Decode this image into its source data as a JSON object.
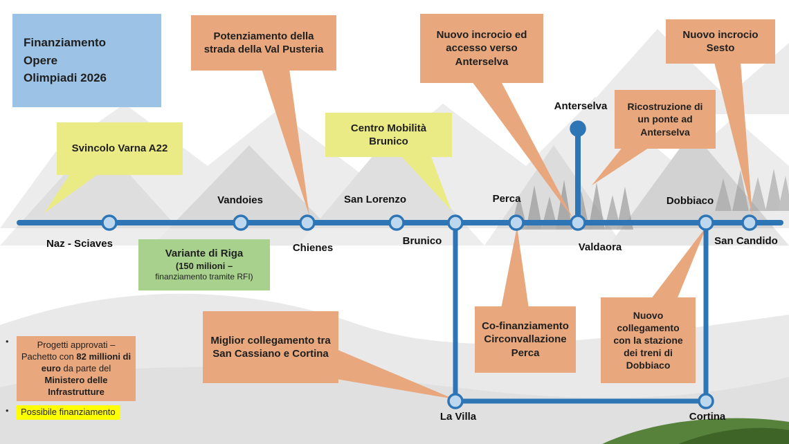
{
  "title": {
    "line1": "Finanziamento",
    "line2": "Opere",
    "line3": "Olimpiadi 2026"
  },
  "stations": {
    "naz_sciaves": "Naz - Sciaves",
    "vandoies": "Vandoies",
    "chienes": "Chienes",
    "san_lorenzo": "San Lorenzo",
    "brunico": "Brunico",
    "perca": "Perca",
    "valdaora": "Valdaora",
    "anterselva": "Anterselva",
    "dobbiaco": "Dobbiaco",
    "san_candido": "San Candido",
    "la_villa": "La Villa",
    "cortina": "Cortina"
  },
  "callouts": {
    "svincolo_varna": "Svincolo Varna A22",
    "potenziamento_pusteria": "Potenziamento della strada della Val Pusteria",
    "centro_mobilita": "Centro Mobilità Brunico",
    "incrocio_anterselva": "Nuovo incrocio ed accesso verso Anterselva",
    "ponte_anterselva": "Ricostruzione di un ponte ad Anterselva",
    "incrocio_sesto": "Nuovo incrocio Sesto",
    "variante_riga": {
      "title": "Variante di Riga",
      "line2": "(150 milioni –",
      "line3": "finanziamento tramite RFI)"
    },
    "miglior_collegamento": "Miglior collegamento tra San Cassiano e Cortina",
    "cofinanziamento_perca": "Co-finanziamento Circonvallazione Perca",
    "collegamento_dobbiaco": "Nuovo collegamento con la stazione dei treni di Dobbiaco"
  },
  "legend": {
    "item1": {
      "pre": "Progetti approvati – Pachetto con ",
      "bold1": "82 millioni di euro",
      "mid": " da parte del ",
      "bold2": "Ministero delle Infrastrutture"
    },
    "item2": "Possibile finanziamento"
  },
  "colors": {
    "route_blue": "#2E75B6",
    "node_fill": "#BDD7EE",
    "callout_orange": "#E8A77C",
    "callout_yellow": "#EBEB85",
    "box_green": "#A9D18E",
    "title_blue": "#9CC3E5",
    "highlight_yellow": "#FFFF00"
  }
}
